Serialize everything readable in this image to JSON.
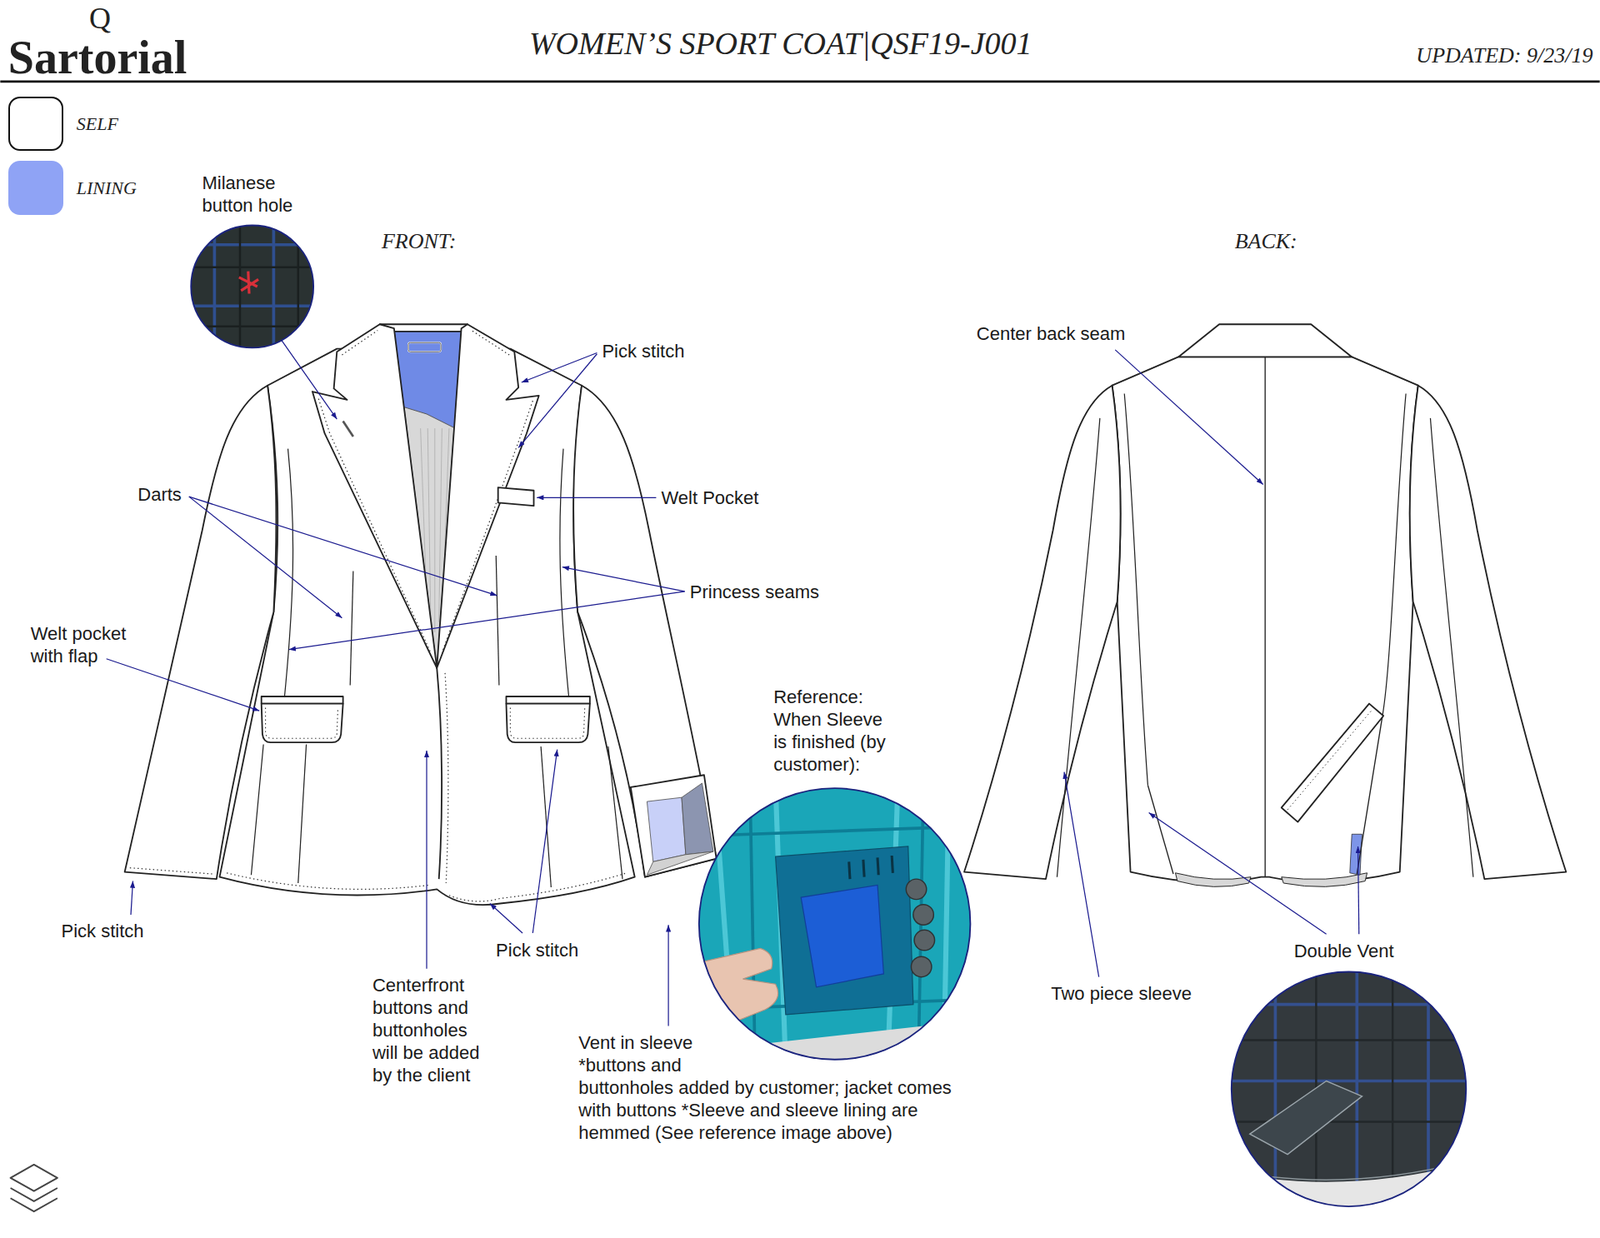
{
  "diagram": {
    "title": "WOMEN’S SPORT COAT|QSF19-J001",
    "labels": [
      "Q",
      "Sartorial",
      "UPDATED: 9/23/19",
      "FRONT:",
      "BACK:",
      "Milanese button hole",
      "Pick stitch",
      "Darts",
      "Welt Pocket",
      "Princess seams",
      "Welt pocket with flap",
      "Reference: When Sleeve is finished (by customer):",
      "Pick stitch",
      "Pick stitch",
      "Centerfront buttons and buttonholes will be added by the client",
      "Vent in sleeve *buttons and buttonholes added by customer; jacket comes with buttons *Sleeve and sleeve lining are hemmed (See reference image above)",
      "Center back seam",
      "Two piece sleeve",
      "Double Vent"
    ],
    "legend": [
      {
        "text": "SELF",
        "color": "#ffffff"
      },
      {
        "text": "LINING",
        "color": "#8fa3f5"
      }
    ]
  }
}
